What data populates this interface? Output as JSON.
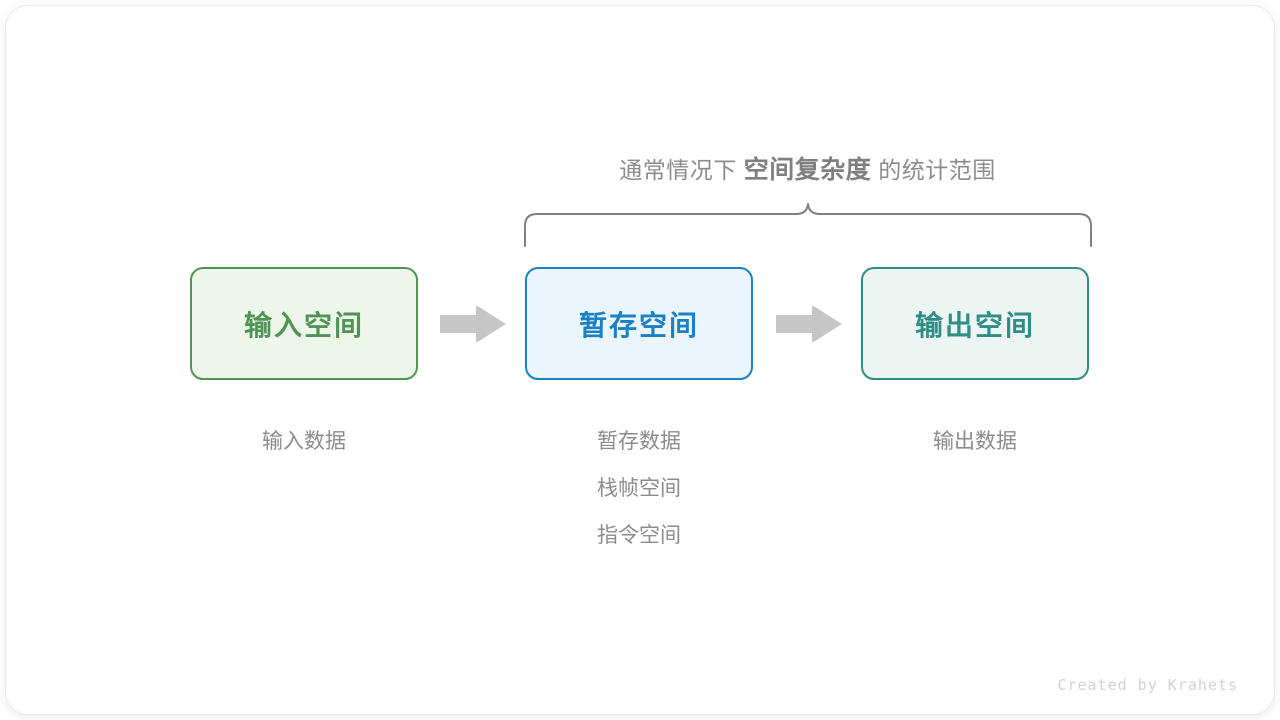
{
  "heading": {
    "prefix": "通常情况下",
    "emphasis": "空间复杂度",
    "suffix": "的统计范围"
  },
  "boxes": [
    {
      "key": "input",
      "label": "输入空间",
      "border_color": "#509455",
      "fill_color": "#eef6ec",
      "text_color": "#509455"
    },
    {
      "key": "temp",
      "label": "暂存空间",
      "border_color": "#1b80c4",
      "fill_color": "#ebf5fd",
      "text_color": "#1b80c4"
    },
    {
      "key": "output",
      "label": "输出空间",
      "border_color": "#2f8c87",
      "fill_color": "#edf5f3",
      "text_color": "#2f8c87"
    }
  ],
  "arrows": [
    {
      "key": "input-to-temp",
      "color": "#c6c6c6"
    },
    {
      "key": "temp-to-output",
      "color": "#c6c6c6"
    }
  ],
  "captions": {
    "input": [
      "输入数据"
    ],
    "temp": [
      "暂存数据",
      "栈帧空间",
      "指令空间"
    ],
    "output": [
      "输出数据"
    ]
  },
  "brace": {
    "color": "#808080"
  },
  "watermark": "Created by Krahets"
}
